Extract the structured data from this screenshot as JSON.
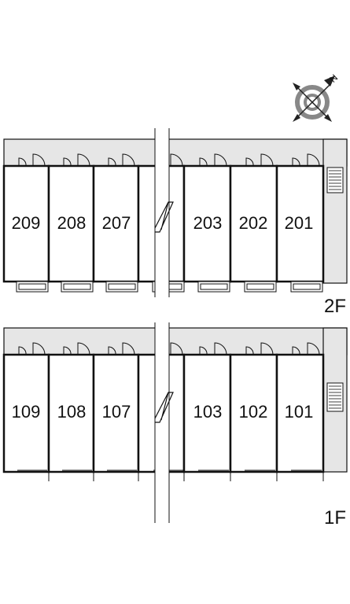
{
  "floors": [
    {
      "label": "2F",
      "units_left": [
        "209",
        "208",
        "207"
      ],
      "units_right": [
        "203",
        "202",
        "201"
      ]
    },
    {
      "label": "1F",
      "units_left": [
        "109",
        "108",
        "107"
      ],
      "units_right": [
        "103",
        "102",
        "101"
      ]
    }
  ],
  "compass": {
    "label": "N",
    "icon": "compass-north-arrow-icon"
  },
  "colors": {
    "corridor": "#e6e6e6",
    "wall": "#111111",
    "background": "#ffffff"
  }
}
